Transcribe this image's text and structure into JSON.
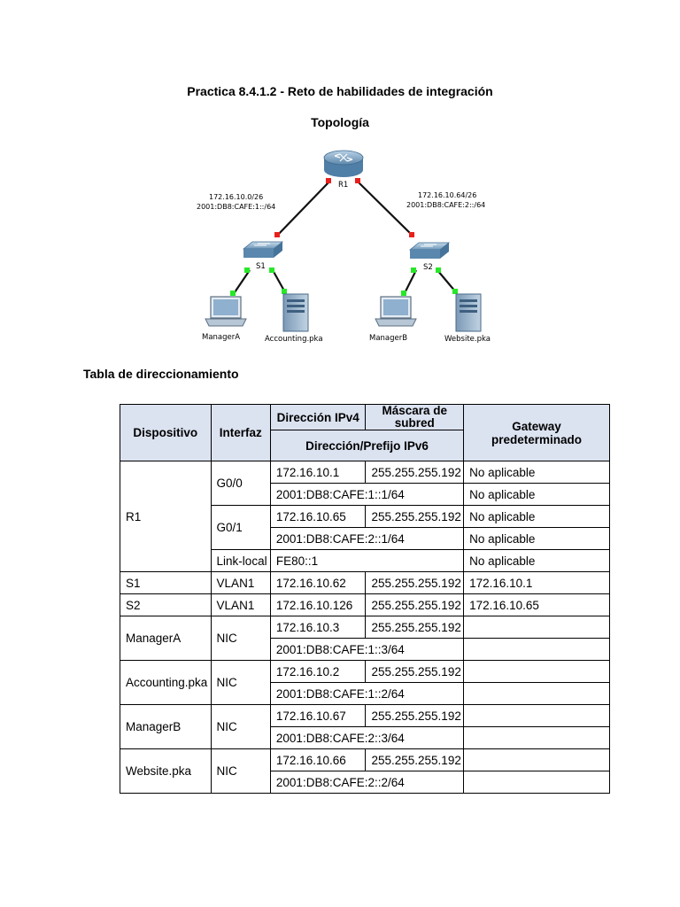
{
  "document": {
    "title": "Practica 8.4.1.2 - Reto de habilidades de integración",
    "topology_heading": "Topología",
    "table_heading": "Tabla de direccionamiento"
  },
  "topology": {
    "router": "R1",
    "switch_left": "S1",
    "switch_right": "S2",
    "net_left_v4": "172.16.10.0/26",
    "net_left_v6": "2001:DB8:CAFE:1::/64",
    "net_right_v4": "172.16.10.64/26",
    "net_right_v6": "2001:DB8:CAFE:2::/64",
    "host_managerA": "ManagerA",
    "host_accounting": "Accounting.pka",
    "host_managerB": "ManagerB",
    "host_website": "Website.pka",
    "colors": {
      "link_down": "#e8201c",
      "link_up": "#27e827",
      "device_blue": "#4e82b6"
    }
  },
  "table": {
    "headers": {
      "device": "Dispositivo",
      "interface": "Interfaz",
      "ipv4": "Dirección IPv4",
      "mask": "Máscara de subred",
      "ipv6": "Dirección/Prefijo IPv6",
      "gateway": "Gateway predeterminado"
    },
    "rows": {
      "r1": {
        "device": "R1",
        "g00": {
          "iface": "G0/0",
          "ipv4": "172.16.10.1",
          "mask": "255.255.255.192",
          "gw4": "No aplicable",
          "ipv6": "2001:DB8:CAFE:1::1/64",
          "gw6": "No aplicable"
        },
        "g01": {
          "iface": "G0/1",
          "ipv4": "172.16.10.65",
          "mask": "255.255.255.192",
          "gw4": "No aplicable",
          "ipv6": "2001:DB8:CAFE:2::1/64",
          "gw6": "No aplicable"
        },
        "ll": {
          "iface": "Link-local",
          "ipv6": "FE80::1",
          "gw": "No aplicable"
        }
      },
      "s1": {
        "device": "S1",
        "iface": "VLAN1",
        "ipv4": "172.16.10.62",
        "mask": "255.255.255.192",
        "gw": "172.16.10.1"
      },
      "s2": {
        "device": "S2",
        "iface": "VLAN1",
        "ipv4": "172.16.10.126",
        "mask": "255.255.255.192",
        "gw": "172.16.10.65"
      },
      "managerA": {
        "device": "ManagerA",
        "iface": "NIC",
        "ipv4": "172.16.10.3",
        "mask": "255.255.255.192",
        "ipv6": "2001:DB8:CAFE:1::3/64"
      },
      "accounting": {
        "device": "Accounting.pka",
        "iface": "NIC",
        "ipv4": "172.16.10.2",
        "mask": "255.255.255.192",
        "ipv6": "2001:DB8:CAFE:1::2/64"
      },
      "managerB": {
        "device": "ManagerB",
        "iface": "NIC",
        "ipv4": "172.16.10.67",
        "mask": "255.255.255.192",
        "ipv6": "2001:DB8:CAFE:2::3/64"
      },
      "website": {
        "device": "Website.pka",
        "iface": "NIC",
        "ipv4": "172.16.10.66",
        "mask": "255.255.255.192",
        "ipv6": "2001:DB8:CAFE:2::2/64"
      }
    }
  }
}
